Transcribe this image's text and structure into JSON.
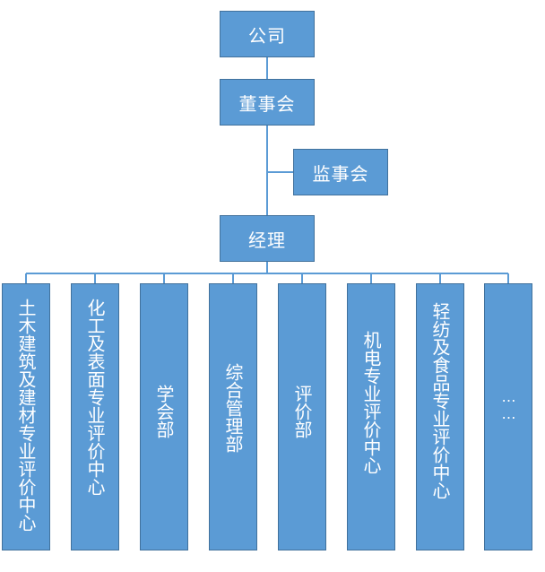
{
  "org": {
    "company": "公司",
    "board": "董事会",
    "supervisory": "监事会",
    "manager": "经理",
    "departments": [
      "土木建筑及建材专业评价中心",
      "化工及表面专业评价中心",
      "学会部",
      "综合管理部",
      "评价部",
      "机电专业评价中心",
      "轻纺及食品专业评价中心",
      "……"
    ]
  },
  "colors": {
    "box_fill": "#5b9bd5",
    "box_border": "#41719c",
    "connector": "#5b9bd5",
    "text": "#ffffff"
  }
}
